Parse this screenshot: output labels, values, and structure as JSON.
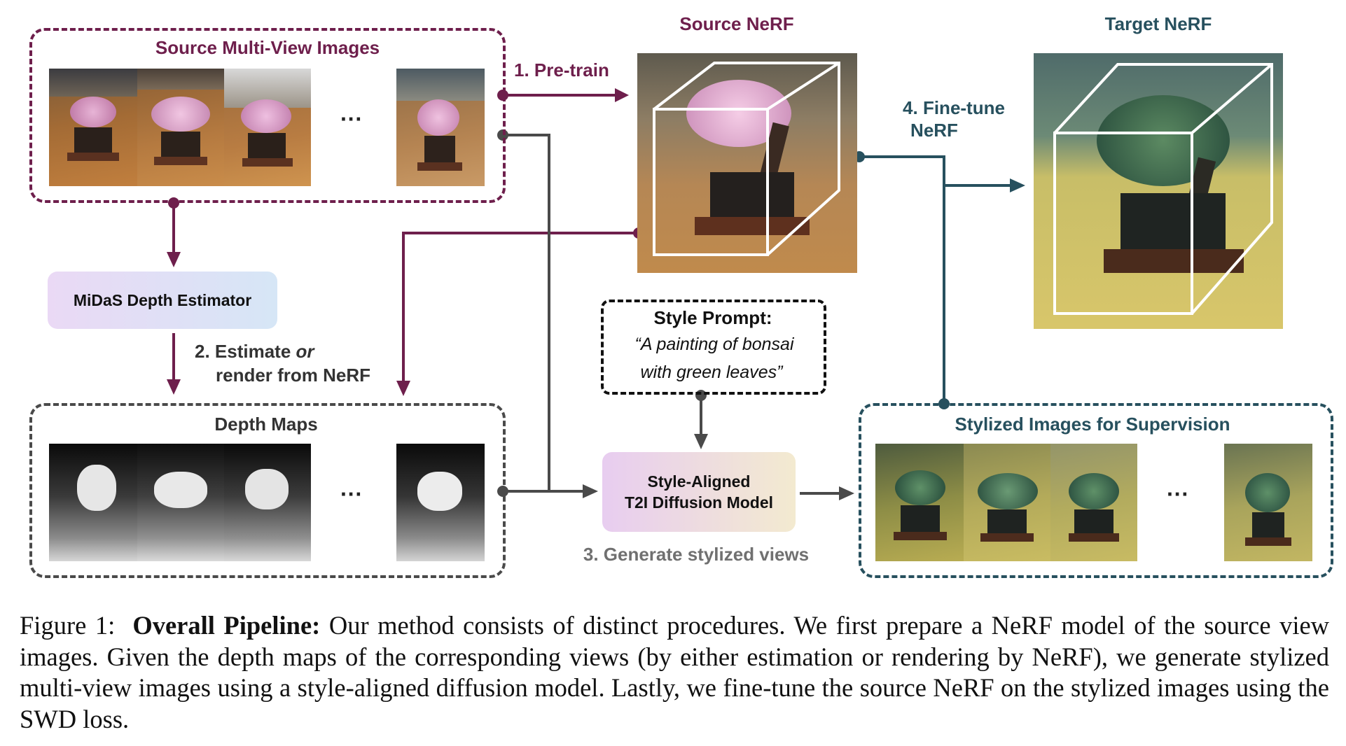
{
  "diagram": {
    "source_images": {
      "title": "Source Multi-View Images",
      "ellipsis": "···"
    },
    "source_nerf": {
      "title": "Source NeRF"
    },
    "target_nerf": {
      "title": "Target NeRF"
    },
    "step1": {
      "label": "1.  Pre-train"
    },
    "step4": {
      "line1": "4. Fine-tune",
      "line2": "NeRF"
    },
    "midas": {
      "label": "MiDaS Depth Estimator"
    },
    "step2": {
      "line1_prefix": "2. Estimate ",
      "line1_em": "or",
      "line2": "render from NeRF"
    },
    "depth_maps": {
      "title": "Depth Maps",
      "ellipsis": "···"
    },
    "style_prompt": {
      "title": "Style Prompt:",
      "line1": "“A painting of bonsai",
      "line2": "with green leaves”"
    },
    "diffusion": {
      "line1": "Style-Aligned",
      "line2": "T2I Diffusion Model"
    },
    "step3": {
      "label": "3. Generate stylized views"
    },
    "stylized": {
      "title": "Stylized Images for Supervision",
      "ellipsis": "···"
    }
  },
  "colors": {
    "maroon": "#6e1f4c",
    "teal": "#27505e",
    "gray": "#4a4a4a",
    "step3_gray": "#707070"
  },
  "caption": {
    "label": "Figure 1:",
    "bold": "Overall Pipeline:",
    "text": "Our method consists of distinct procedures. We first prepare a NeRF model of the source view images. Given the depth maps of the corresponding views (by either estimation or rendering by NeRF), we generate stylized multi-view images using a style-aligned diffusion model. Lastly, we fine-tune the source NeRF on the stylized images using the SWD loss."
  }
}
